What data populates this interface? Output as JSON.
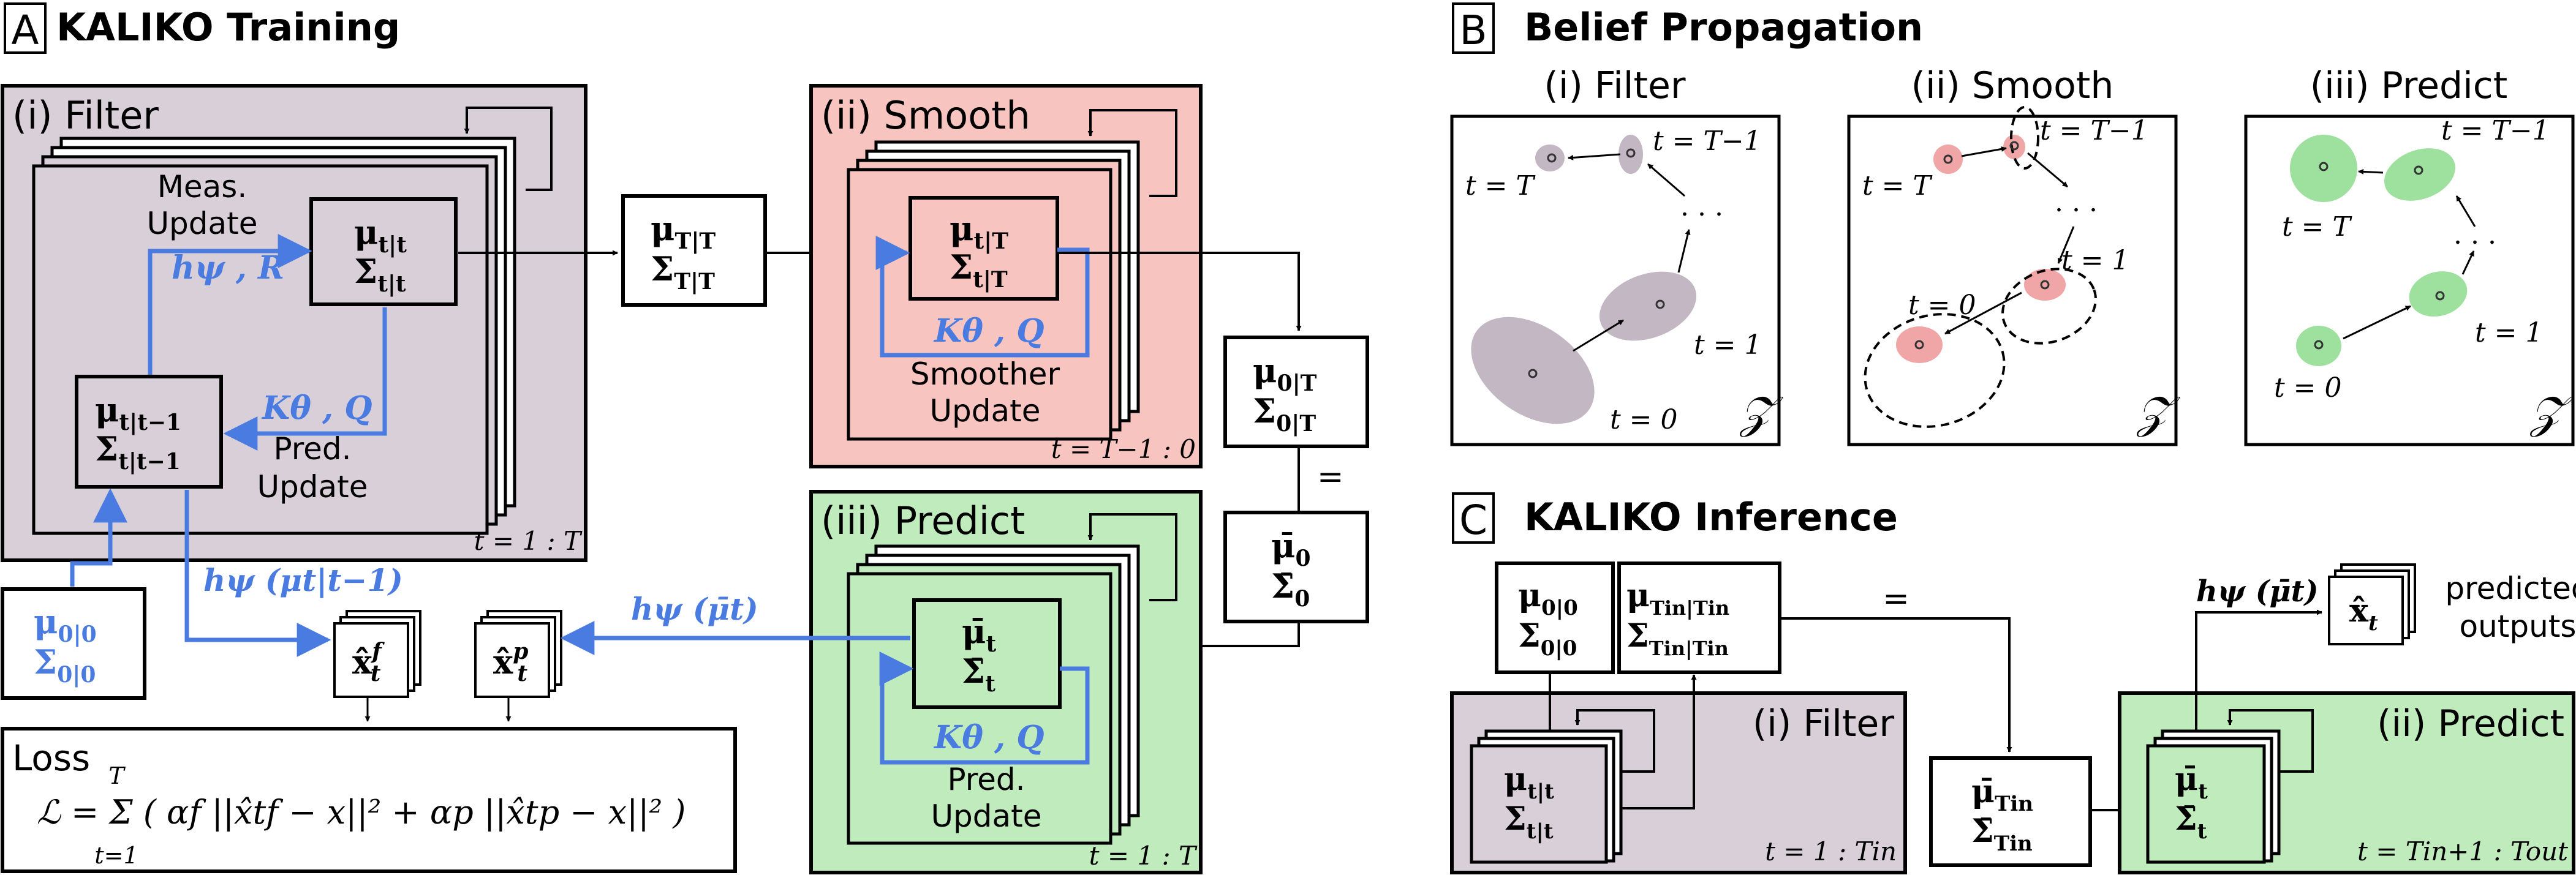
{
  "colors": {
    "filter_bg": "#d9cfd8",
    "smooth_bg": "#f7c4c0",
    "predict_bg": "#c0ebbd",
    "update_arrow": "#4a7be0",
    "filter_ellipse": "#c2b7c3",
    "smooth_ellipse": "#f0a6a6",
    "predict_ellipse": "#9ee09e"
  },
  "panel_a": {
    "letter": "A",
    "title": "KALIKO Training",
    "filter": {
      "title": "(i) Filter",
      "meas_update_1": "Meas.",
      "meas_update_2": "Update",
      "posterior_mu": "μ",
      "posterior_mu_sub": "t|t",
      "posterior_sigma": "Σ",
      "posterior_sigma_sub": "t|t",
      "h_psi_r": "hψ , R",
      "prior_mu": "μ",
      "prior_mu_sub": "t|t−1",
      "prior_sigma": "Σ",
      "prior_sigma_sub": "t|t−1",
      "k_theta_q": "Kθ , Q",
      "pred_update_1": "Pred.",
      "pred_update_2": "Update",
      "range": "t = 1 : T"
    },
    "final_filter_state": {
      "mu": "μ",
      "mu_sub": "T|T",
      "sigma": "Σ",
      "sigma_sub": "T|T"
    },
    "smooth": {
      "title": "(ii) Smooth",
      "mu": "μ",
      "mu_sub": "t|T",
      "sigma": "Σ",
      "sigma_sub": "t|T",
      "k_theta_q": "Kθ , Q",
      "update_1": "Smoother",
      "update_2": "Update",
      "range": "t = T−1 : 0"
    },
    "smoothed_initial": {
      "mu": "μ",
      "mu_sub": "0|T",
      "sigma": "Σ",
      "sigma_sub": "0|T",
      "equals": "="
    },
    "predict_init": {
      "mu": "μ̄",
      "mu_sub": "0",
      "sigma": "Σ̄",
      "sigma_sub": "0"
    },
    "predict": {
      "title": "(iii) Predict",
      "mu": "μ̄",
      "mu_sub": "t",
      "sigma": "Σ̄",
      "sigma_sub": "t",
      "k_theta_q": "Kθ , Q",
      "update_1": "Pred.",
      "update_2": "Update",
      "range": "t = 1 : T"
    },
    "initial_state": {
      "mu": "μ",
      "mu_sub": "0|0",
      "sigma": "Σ",
      "sigma_sub": "0|0"
    },
    "h_psi_filter": "hψ (μt|t−1)",
    "h_psi_predict": "hψ (μ̄t)",
    "x_hat_f": "x̂",
    "x_hat_f_sup": "f",
    "x_hat_f_sub": "t",
    "x_hat_p": "x̂",
    "x_hat_p_sup": "p",
    "x_hat_p_sub": "t",
    "loss": {
      "title": "Loss",
      "formula": "ℒ = Σ ( αf ||x̂tf − x||² + αp ||x̂tp − x||² )",
      "sum_top": "T",
      "sum_bottom": "t=1"
    }
  },
  "panel_b": {
    "letter": "B",
    "title": "Belief Propagation",
    "filter": {
      "title": "(i) Filter",
      "label_T": "t = T",
      "label_Tm1": "t = T−1",
      "dots": ". . .",
      "label_1": "t = 1",
      "label_0": "t = 0",
      "space": "𝒵"
    },
    "smooth": {
      "title": "(ii) Smooth",
      "label_T": "t = T",
      "label_Tm1": "t = T−1",
      "dots": ". . .",
      "label_1": "t = 1",
      "label_0": "t = 0",
      "space": "𝒵"
    },
    "predict": {
      "title": "(iii) Predict",
      "label_T": "t = T",
      "label_Tm1": "t = T−1",
      "dots": ". . .",
      "label_1": "t = 1",
      "label_0": "t = 0",
      "space": "𝒵"
    }
  },
  "panel_c": {
    "letter": "C",
    "title": "KALIKO Inference",
    "init": {
      "mu": "μ",
      "mu_sub": "0|0",
      "sigma": "Σ",
      "sigma_sub": "0|0"
    },
    "tin_state": {
      "mu": "μ",
      "mu_sub": "Tin|Tin",
      "sigma": "Σ",
      "sigma_sub": "Tin|Tin"
    },
    "equals": "=",
    "filter": {
      "title": "(i) Filter",
      "mu": "μ",
      "mu_sub": "t|t",
      "sigma": "Σ",
      "sigma_sub": "t|t",
      "range": "t = 1 : Tin"
    },
    "bar_tin": {
      "mu": "μ̄",
      "mu_sub": "Tin",
      "sigma": "Σ̄",
      "sigma_sub": "Tin"
    },
    "predict": {
      "title": "(ii) Predict",
      "mu": "μ̄",
      "mu_sub": "t",
      "sigma": "Σ̄",
      "sigma_sub": "t",
      "range": "t = Tin+1 : Tout"
    },
    "h_psi": "hψ (μ̄t)",
    "x_hat": "x̂",
    "x_hat_sub": "t",
    "outputs_1": "predicted",
    "outputs_2": "outputs"
  }
}
